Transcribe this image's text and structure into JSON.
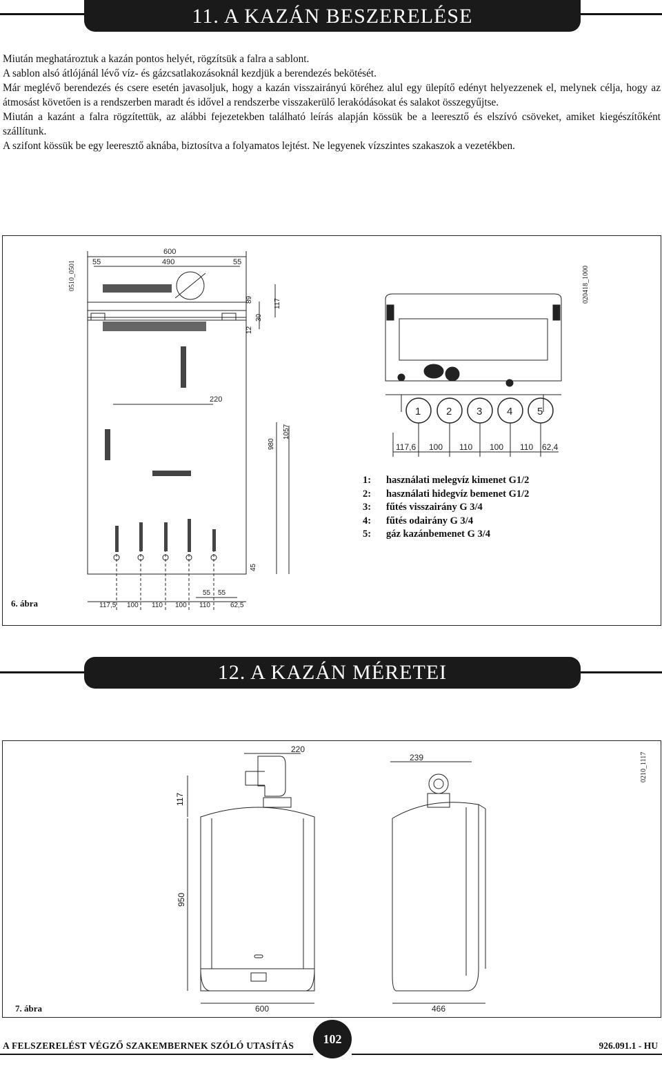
{
  "section11": {
    "title": "11. A KAZÁN BESZERELÉSE"
  },
  "paragraphs": [
    "Miután meghatároztuk a kazán pontos helyét, rögzítsük a falra a sablont.",
    "A sablon alsó átlójánál lévő víz- és gázcsatlakozásoknál kezdjük a berendezés bekötését.",
    "Már meglévő berendezés és csere esetén javasoljuk, hogy a kazán visszairányú köréhez alul egy ülepítő edényt helyezzenek el, melynek célja, hogy az átmosást követően is a rendszerben maradt és idővel a rendszerbe visszakerülő lerakódásokat és salakot összegyűjtse.",
    "Miután a kazánt a falra rögzítettük, az alábbi fejezetekben található leírás alapján kössük be a leeresztő és elszívó csöveket, amiket kiegészítőként szállítunk.",
    "A szifont kössük be egy leeresztő aknába, biztosítva a folyamatos lejtést. Ne legyenek vízszintes szakaszok a vezetékben."
  ],
  "figure6": {
    "code_left": "0510_0501",
    "code_right": "020418_1000",
    "caption": "6. ábra",
    "dims_top": [
      "600",
      "490",
      "55",
      "55"
    ],
    "dims_side": [
      "117",
      "30",
      "89",
      "12",
      "980",
      "1057",
      "45"
    ],
    "dims_bottom": [
      "117,5",
      "100",
      "110",
      "100",
      "110",
      "62,5",
      "55",
      "55",
      "220"
    ],
    "dims_right": [
      "117,6",
      "100",
      "110",
      "100",
      "110",
      "62,4"
    ],
    "connectors": [
      "1",
      "2",
      "3",
      "4",
      "5"
    ],
    "legend": [
      {
        "num": "1:",
        "text": "használati melegvíz kimenet G1/2"
      },
      {
        "num": "2:",
        "text": "használati hidegvíz bemenet G1/2"
      },
      {
        "num": "3:",
        "text": "fűtés visszairány G 3/4"
      },
      {
        "num": "4:",
        "text": "fűtés odairány G 3/4"
      },
      {
        "num": "5:",
        "text": "gáz kazánbemenet G 3/4"
      }
    ]
  },
  "section12": {
    "title": "12. A KAZÁN MÉRETEI"
  },
  "figure7": {
    "code": "0210_1117",
    "caption": "7. ábra",
    "dims": [
      "220",
      "117",
      "950",
      "600",
      "239",
      "466"
    ]
  },
  "footer": {
    "left": "A FELSZERELÉST VÉGZŐ SZAKEMBERNEK SZÓLÓ UTASÍTÁS",
    "page": "102",
    "right": "926.091.1 - HU"
  }
}
